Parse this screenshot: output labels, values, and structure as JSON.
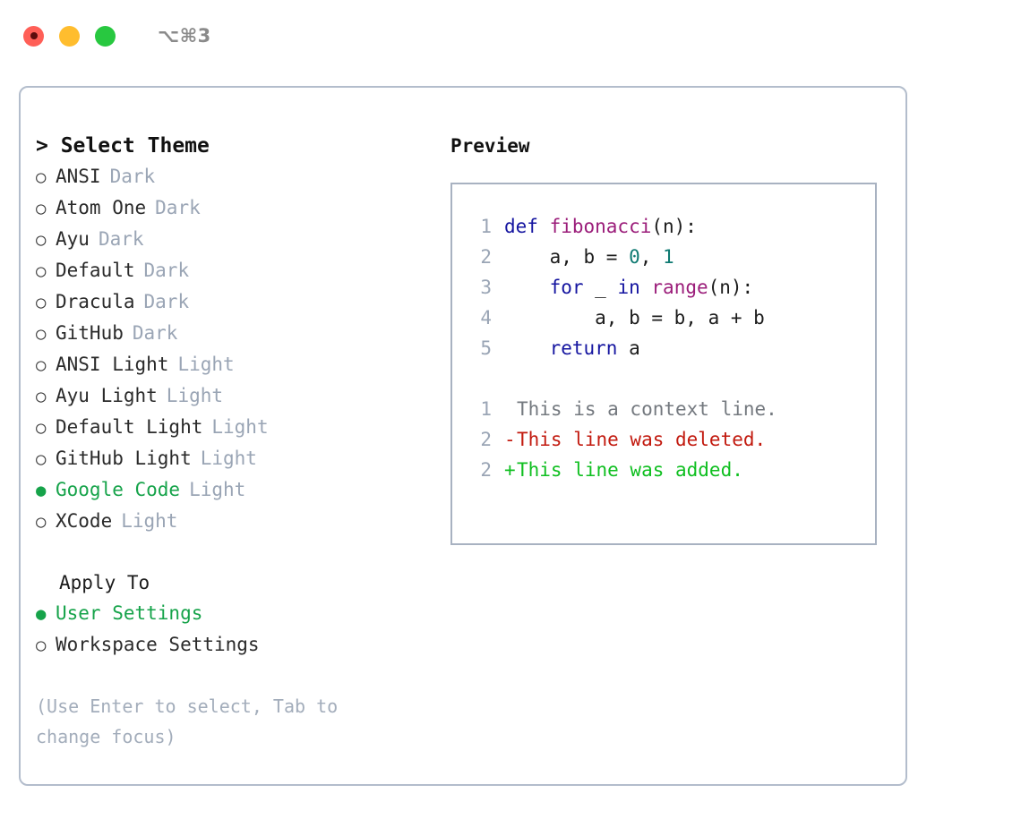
{
  "window": {
    "shortcut": "⌥⌘3",
    "traffic_lights": [
      {
        "name": "close",
        "color": "#ff5f57"
      },
      {
        "name": "minimize",
        "color": "#ffbd2e"
      },
      {
        "name": "zoom",
        "color": "#28c840"
      }
    ]
  },
  "theme_selector": {
    "header": "> Select Theme",
    "selected_bullet": "●",
    "unselected_bullet": "○",
    "items": [
      {
        "name": "ANSI",
        "variant": "Dark",
        "selected": false
      },
      {
        "name": "Atom One",
        "variant": "Dark",
        "selected": false
      },
      {
        "name": "Ayu",
        "variant": "Dark",
        "selected": false
      },
      {
        "name": "Default",
        "variant": "Dark",
        "selected": false
      },
      {
        "name": "Dracula",
        "variant": "Dark",
        "selected": false
      },
      {
        "name": "GitHub",
        "variant": "Dark",
        "selected": false
      },
      {
        "name": "ANSI Light",
        "variant": "Light",
        "selected": false
      },
      {
        "name": "Ayu Light",
        "variant": "Light",
        "selected": false
      },
      {
        "name": "Default Light",
        "variant": "Light",
        "selected": false
      },
      {
        "name": "GitHub Light",
        "variant": "Light",
        "selected": false
      },
      {
        "name": "Google Code",
        "variant": "Light",
        "selected": true
      },
      {
        "name": "XCode",
        "variant": "Light",
        "selected": false
      }
    ]
  },
  "apply_to": {
    "header": "Apply To",
    "options": [
      {
        "label": "User Settings",
        "selected": true
      },
      {
        "label": "Workspace Settings",
        "selected": false
      }
    ]
  },
  "hint": {
    "line1": "(Use Enter to select, Tab to",
    "line2": "change focus)"
  },
  "preview": {
    "title": "Preview",
    "code_lines": [
      {
        "lineno": "1",
        "tokens": [
          {
            "text": "def ",
            "type": "kw"
          },
          {
            "text": "fibonacci",
            "type": "fn"
          },
          {
            "text": "(n):",
            "type": "pl"
          }
        ]
      },
      {
        "lineno": "2",
        "tokens": [
          {
            "text": "    a, b = ",
            "type": "pl"
          },
          {
            "text": "0",
            "type": "num"
          },
          {
            "text": ", ",
            "type": "pl"
          },
          {
            "text": "1",
            "type": "num"
          }
        ]
      },
      {
        "lineno": "3",
        "tokens": [
          {
            "text": "    ",
            "type": "pl"
          },
          {
            "text": "for",
            "type": "kw"
          },
          {
            "text": " _ ",
            "type": "pl"
          },
          {
            "text": "in",
            "type": "kw"
          },
          {
            "text": " ",
            "type": "pl"
          },
          {
            "text": "range",
            "type": "fn"
          },
          {
            "text": "(n):",
            "type": "pl"
          }
        ]
      },
      {
        "lineno": "4",
        "tokens": [
          {
            "text": "        a, b = b, a + b",
            "type": "pl"
          }
        ]
      },
      {
        "lineno": "5",
        "tokens": [
          {
            "text": "    ",
            "type": "pl"
          },
          {
            "text": "return",
            "type": "kw"
          },
          {
            "text": " a",
            "type": "pl"
          }
        ]
      }
    ],
    "diff_lines": [
      {
        "lineno": "1",
        "marker": " ",
        "text": "This is a context line.",
        "kind": "context"
      },
      {
        "lineno": "2",
        "marker": "-",
        "text": "This line was deleted.",
        "kind": "del"
      },
      {
        "lineno": "2",
        "marker": "+",
        "text": "This line was added.",
        "kind": "add"
      }
    ]
  },
  "colors": {
    "accent_green": "#16a34a",
    "muted": "#9aa5b5",
    "border": "#a8b2c1",
    "keyword": "#1515a0",
    "function": "#9b1d7a",
    "number": "#0f7a72",
    "diff_add": "#0fbf20",
    "diff_del": "#c21a0f"
  }
}
